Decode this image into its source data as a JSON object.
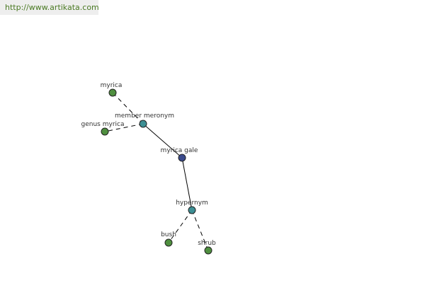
{
  "header": {
    "url": "http://www.artikata.com"
  },
  "graph": {
    "colors": {
      "leaf": "#4f8f3f",
      "relation": "#3d8f94",
      "center": "#3a4a8c"
    },
    "nodes": [
      {
        "id": "myrica",
        "label": "myrica",
        "kind": "leaf"
      },
      {
        "id": "member-meronym",
        "label": "member meronym",
        "kind": "relation"
      },
      {
        "id": "genus-myrica",
        "label": "genus myrica",
        "kind": "leaf"
      },
      {
        "id": "myrica-gale",
        "label": "myrica gale",
        "kind": "center"
      },
      {
        "id": "hypernym",
        "label": "hypernym",
        "kind": "relation"
      },
      {
        "id": "bush",
        "label": "bush",
        "kind": "leaf"
      },
      {
        "id": "shrub",
        "label": "shrub",
        "kind": "leaf"
      }
    ],
    "edges": [
      {
        "from": "myrica-gale",
        "to": "member-meronym",
        "style": "solid"
      },
      {
        "from": "myrica-gale",
        "to": "hypernym",
        "style": "solid"
      },
      {
        "from": "member-meronym",
        "to": "myrica",
        "style": "dashed"
      },
      {
        "from": "member-meronym",
        "to": "genus-myrica",
        "style": "dashed"
      },
      {
        "from": "hypernym",
        "to": "bush",
        "style": "dashed"
      },
      {
        "from": "hypernym",
        "to": "shrub",
        "style": "dashed"
      }
    ]
  }
}
